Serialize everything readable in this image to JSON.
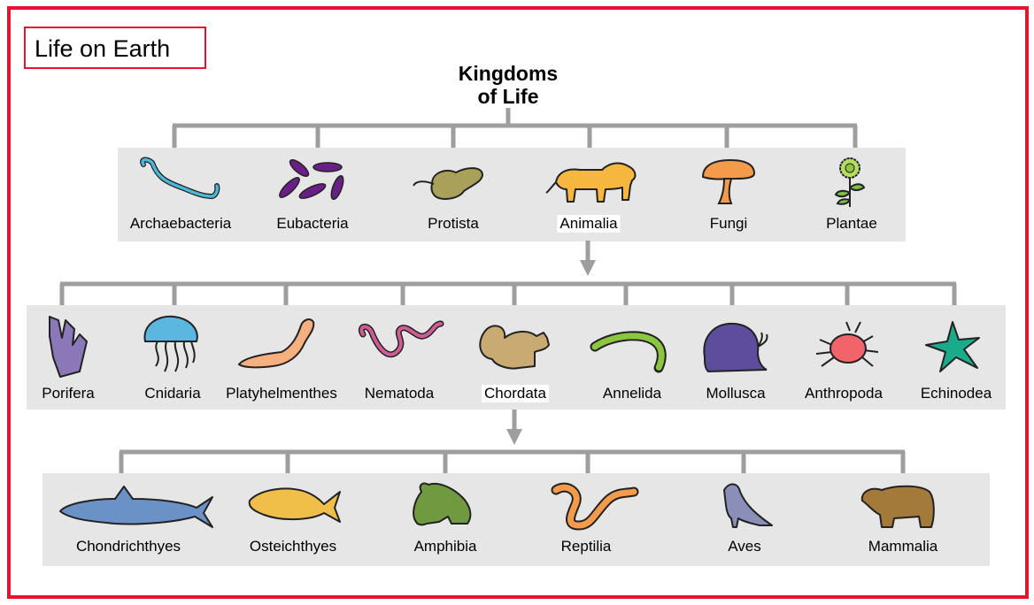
{
  "header": {
    "title": "Life on Earth"
  },
  "root": {
    "line1": "Kingdoms",
    "line2": "of Life"
  },
  "kingdoms": [
    {
      "label": "Archaebacteria",
      "icon": "archaebacteria-icon",
      "color": "#4ab8d8"
    },
    {
      "label": "Eubacteria",
      "icon": "eubacteria-icon",
      "color": "#6a1f86"
    },
    {
      "label": "Protista",
      "icon": "protista-icon",
      "color": "#a9a05a"
    },
    {
      "label": "Animalia",
      "icon": "animalia-lion-icon",
      "color": "#f5b73f",
      "highlight": true
    },
    {
      "label": "Fungi",
      "icon": "fungi-mushroom-icon",
      "color": "#f39a4b"
    },
    {
      "label": "Plantae",
      "icon": "plantae-flower-icon",
      "color": "#7ac143"
    }
  ],
  "phyla": [
    {
      "label": "Porifera",
      "icon": "porifera-sponge-icon",
      "color": "#8a78b8"
    },
    {
      "label": "Cnidaria",
      "icon": "cnidaria-jellyfish-icon",
      "color": "#5bb7e0"
    },
    {
      "label": "Platyhelmenthes",
      "icon": "flatworm-icon",
      "color": "#f6b07f"
    },
    {
      "label": "Nematoda",
      "icon": "roundworm-icon",
      "color": "#cf5c94"
    },
    {
      "label": "Chordata",
      "icon": "chordata-squirrel-icon",
      "color": "#c8aa72",
      "highlight": true
    },
    {
      "label": "Annelida",
      "icon": "annelida-worm-icon",
      "color": "#8bc63f"
    },
    {
      "label": "Mollusca",
      "icon": "mollusca-snail-icon",
      "color": "#5e4d9c"
    },
    {
      "label": "Anthropoda",
      "icon": "anthropoda-bug-icon",
      "color": "#f0646a"
    },
    {
      "label": "Echinodea",
      "icon": "echinodea-starfish-icon",
      "color": "#1aab8a"
    }
  ],
  "classes": [
    {
      "label": "Chondrichthyes",
      "icon": "shark-icon",
      "color": "#6a92c6"
    },
    {
      "label": "Osteichthyes",
      "icon": "fish-icon",
      "color": "#f0bf4a"
    },
    {
      "label": "Amphibia",
      "icon": "frog-icon",
      "color": "#6f9a3f"
    },
    {
      "label": "Reptilia",
      "icon": "snake-icon",
      "color": "#f39a4b"
    },
    {
      "label": "Aves",
      "icon": "bird-icon",
      "color": "#8a8fb8"
    },
    {
      "label": "Mammalia",
      "icon": "bear-icon",
      "color": "#a37a3a"
    }
  ],
  "colors": {
    "frame": "#e4142e",
    "connector": "#9e9e9e",
    "band": "#e6e6e6"
  }
}
